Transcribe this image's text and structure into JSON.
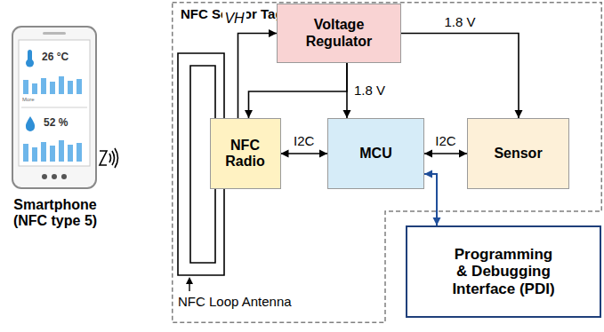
{
  "diagram": {
    "nodes": [
      {
        "text": [
          "NFC Sensor Tag"
        ]
      },
      {
        "text": [
          "Voltage Regulator"
        ],
        "in": 0
      },
      {
        "text": [
          "NFC Radio"
        ],
        "in": 0
      },
      {
        "text": [
          "MCU"
        ],
        "in": 0
      },
      {
        "text": [
          "Sensor"
        ],
        "in": 0
      },
      {
        "text": [
          "Programming & Debugging Interface (PDI)"
        ]
      }
    ],
    "edges": [
      {
        "from": 2,
        "to": 1,
        "arrow": "to",
        "label": "VH"
      },
      {
        "from": 1,
        "to": 3,
        "arrow": "to",
        "label": "1.8 V"
      },
      {
        "from": 1,
        "to": 2,
        "arrow": "to"
      },
      {
        "from": 1,
        "to": 4,
        "arrow": "to",
        "label": "1.8 V"
      },
      {
        "from": 2,
        "to": 3,
        "arrow": "both",
        "label": "I2C"
      },
      {
        "from": 3,
        "to": 4,
        "arrow": "both",
        "label": "I2C"
      },
      {
        "from": 3,
        "to": 5,
        "arrow": "both"
      }
    ],
    "labels": [
      "26 °C",
      "More",
      "52 %",
      "Smartphone (NFC type 5)",
      "NFC Loop Antenna"
    ]
  }
}
